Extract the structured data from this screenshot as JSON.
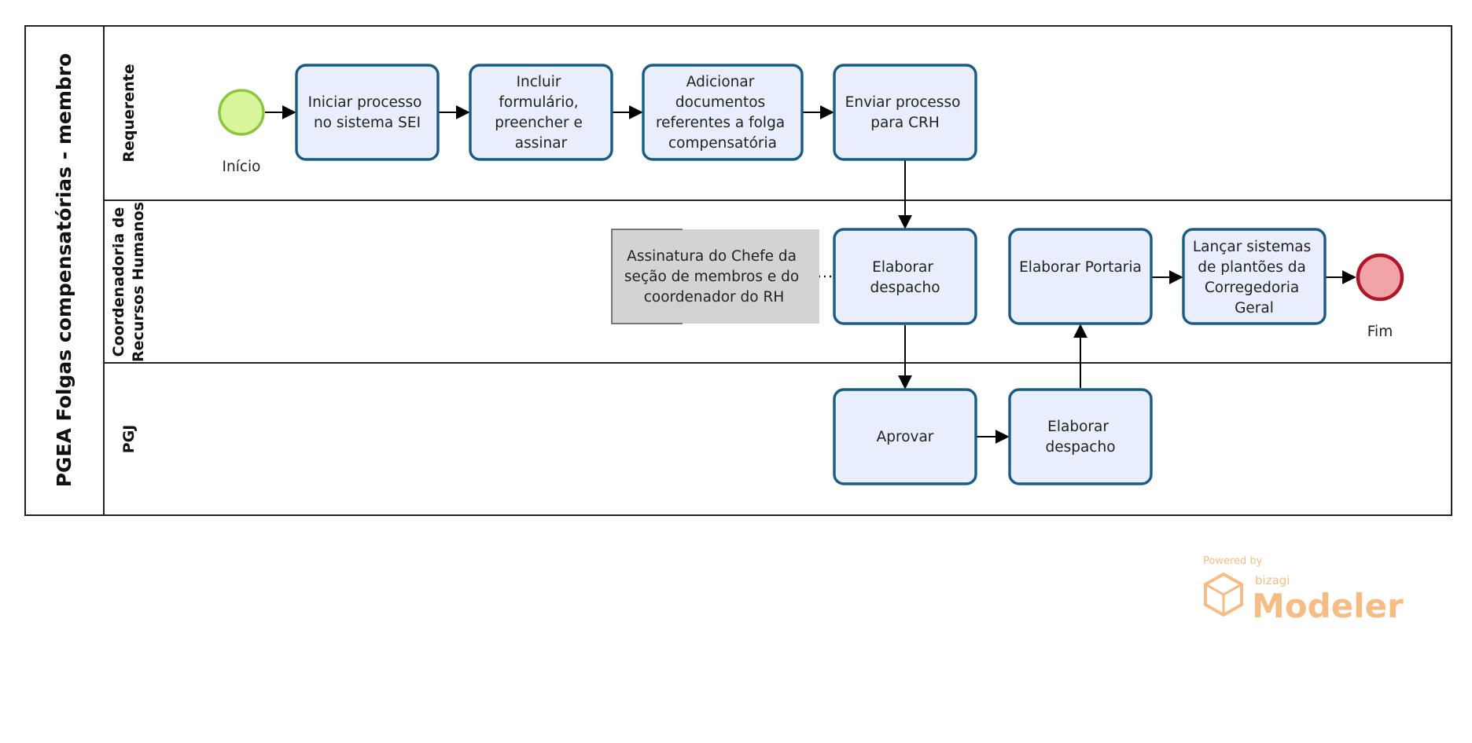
{
  "pool": {
    "title": "PGEA Folgas compensatórias - membro"
  },
  "lanes": {
    "requerente": {
      "label": "Requerente"
    },
    "crh": {
      "line1": "Coordenadoria de",
      "line2": "Recursos Humanos"
    },
    "pgj": {
      "label": "PGJ"
    }
  },
  "events": {
    "start": {
      "label": "Início",
      "color": "#d9f59a",
      "stroke": "#8cc63f"
    },
    "end": {
      "label": "Fim",
      "color": "#f2a3a6",
      "stroke": "#b0152a"
    }
  },
  "tasks": {
    "iniciar": [
      "Iniciar processo",
      "no sistema SEI"
    ],
    "incluir": [
      "Incluir",
      "formulário,",
      "preencher e",
      "assinar"
    ],
    "adicionar": [
      "Adicionar",
      "documentos",
      "referentes a folga",
      "compensatória"
    ],
    "enviar": [
      "Enviar processo",
      "para CRH"
    ],
    "elaborar_despacho_crh": [
      "Elaborar",
      "despacho"
    ],
    "elaborar_portaria": [
      "Elaborar Portaria"
    ],
    "lancar": [
      "Lançar sistemas",
      "de plantões da",
      "Corregedoria",
      "Geral"
    ],
    "aprovar": [
      "Aprovar"
    ],
    "elaborar_despacho_pgj": [
      "Elaborar",
      "despacho"
    ]
  },
  "annotation": {
    "lines": [
      "Assinatura do Chefe da",
      "seção de membros e do",
      "coordenador do RH"
    ]
  },
  "watermark": {
    "powered_by": "Powered by",
    "brand": "bizagi",
    "product": "Modeler",
    "color": "#f5a65b"
  }
}
